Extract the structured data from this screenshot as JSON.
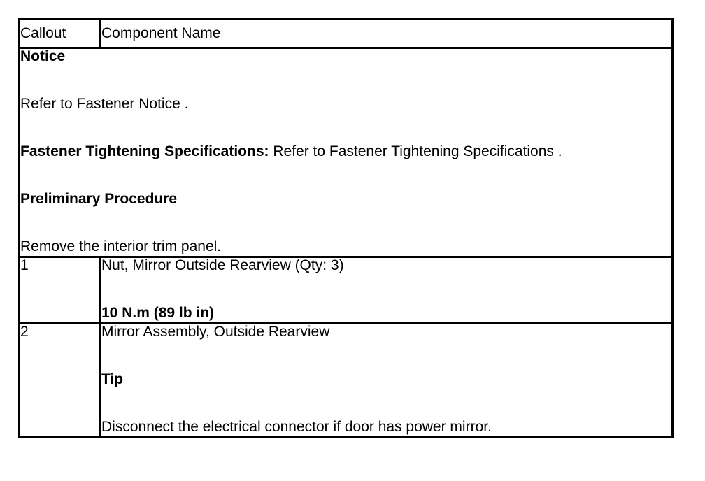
{
  "table": {
    "header": {
      "callout_label": "Callout",
      "component_label": "Component Name"
    },
    "notice_block": {
      "notice_heading": "Notice",
      "notice_text": "Refer to Fastener Notice .",
      "spec_label": "Fastener Tightening Specifications:",
      "spec_text": " Refer to Fastener Tightening Specifications .",
      "prelim_heading": "Preliminary Procedure",
      "prelim_text": "Remove the interior trim panel."
    },
    "rows": [
      {
        "callout": "1",
        "name": "Nut, Mirror Outside Rearview (Qty: 3)",
        "torque": "10 N.m (89 lb in)"
      },
      {
        "callout": "2",
        "name": "Mirror Assembly, Outside Rearview",
        "tip_heading": "Tip",
        "tip_text": "Disconnect the electrical connector if door has power mirror."
      }
    ]
  },
  "colors": {
    "border": "#000000",
    "text": "#000000",
    "background": "#ffffff"
  }
}
